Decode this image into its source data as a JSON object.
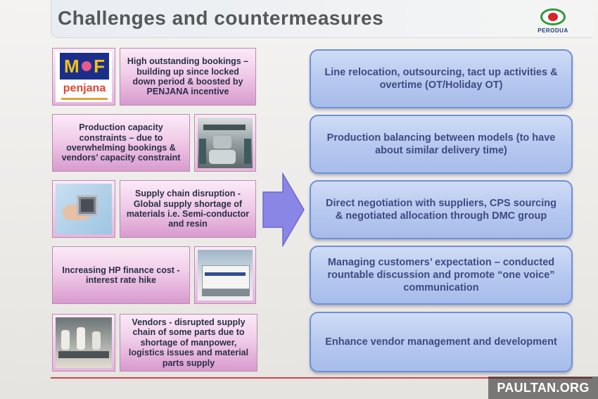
{
  "slide": {
    "title": "Challenges and countermeasures",
    "logo_text": "PERODUA",
    "watermark": "PAULTAN.ORG"
  },
  "mof_logo": {
    "letters_left": "M",
    "letters_right": "F",
    "penjana": "penjana"
  },
  "challenges": [
    "High outstanding bookings – building up since  locked down period & boosted by PENJANA incentive",
    "Production capacity constraints – due to overwhelming bookings & vendors’ capacity constraint",
    "Supply chain disruption - Global supply shortage of materials i.e. Semi-conductor and resin",
    "Increasing HP finance cost - interest rate hike",
    "Vendors - disrupted supply chain of some parts due to shortage of manpower, logistics issues and material parts supply"
  ],
  "countermeasures": [
    "Line relocation, outsourcing, tact up activities & overtime (OT/Holiday OT)",
    "Production balancing between models (to have about similar delivery time)",
    "Direct negotiation with suppliers, CPS sourcing & negotiated allocation through DMC group",
    "Managing customers’ expectation – conducted rountable discussion and promote “one voice” communication",
    "Enhance vendor management and development"
  ],
  "colors": {
    "title": "#555759",
    "challenge_text": "#2b2f4a",
    "countermeasure_text": "#3f4a82",
    "arrow": "#8a86e6",
    "accent_line": "#d9434a"
  }
}
